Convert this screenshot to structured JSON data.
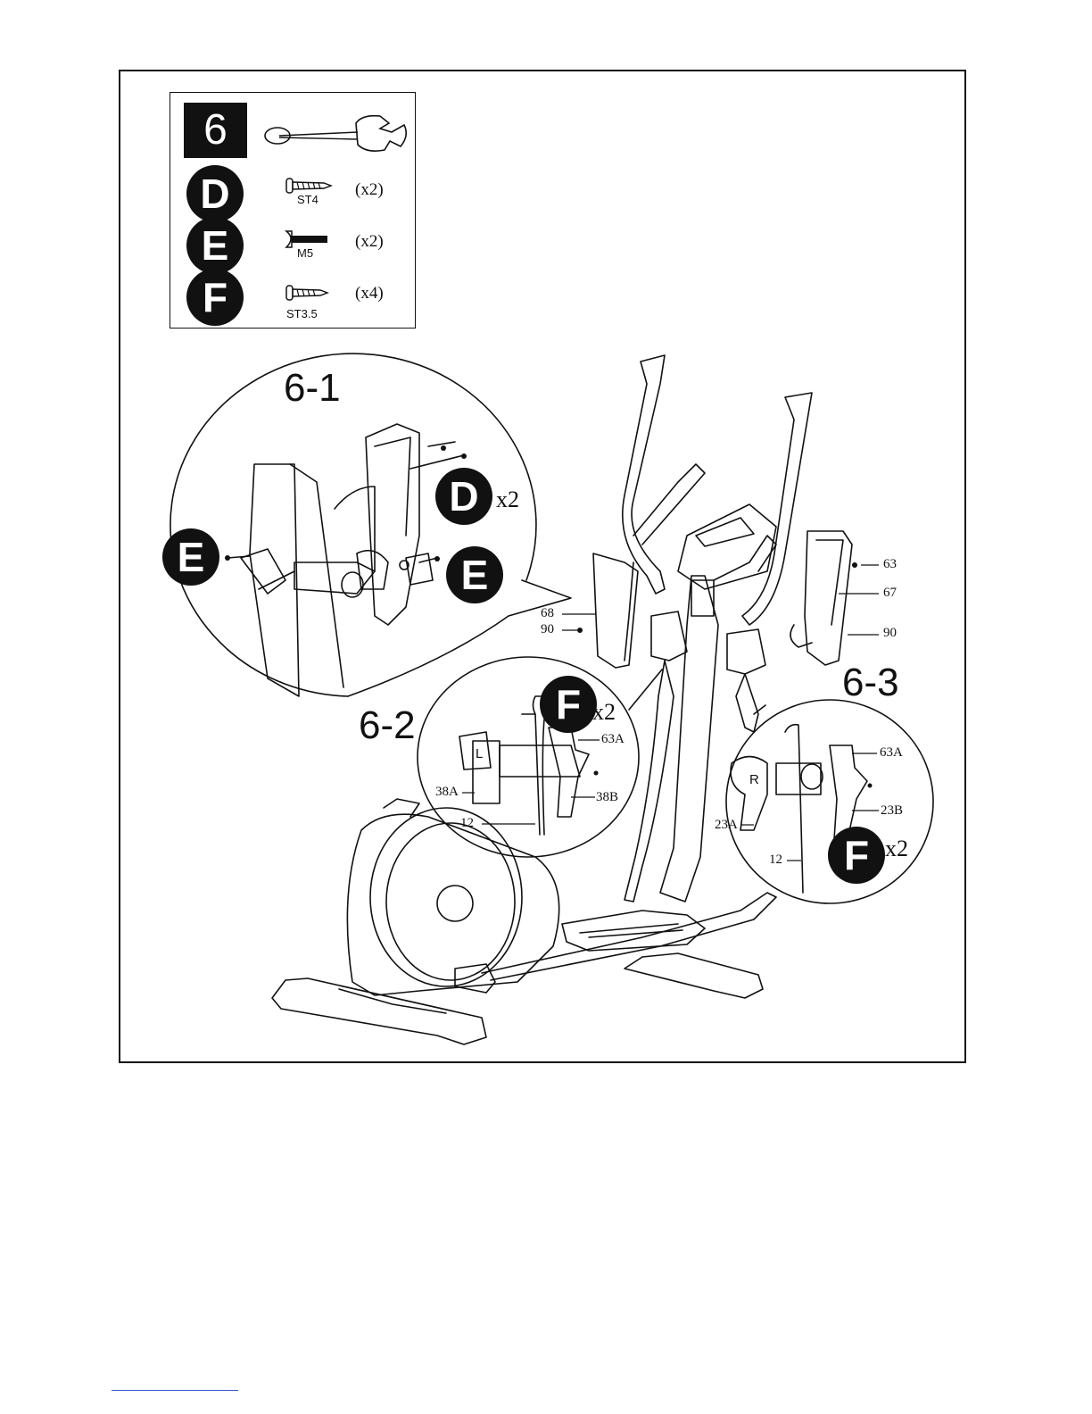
{
  "step": "6",
  "parts": [
    {
      "id": "D",
      "size": "ST4",
      "qty": "(x2)"
    },
    {
      "id": "E",
      "size": "M5",
      "qty": "(x2)"
    },
    {
      "id": "F",
      "size": "ST3.5",
      "qty": "(x4)"
    }
  ],
  "details": {
    "d1": {
      "label": "6-1",
      "badge": "D",
      "count": "x2",
      "badge_e_left": "E",
      "badge_e_right": "E"
    },
    "d2": {
      "label": "6-2",
      "badge": "F",
      "count": "x2",
      "p63a": "63A",
      "p38a": "38A",
      "p38b": "38B",
      "p12": "12",
      "mark": "L"
    },
    "d3": {
      "label": "6-3",
      "badge": "F",
      "count": "x2",
      "p63a": "63A",
      "p23a": "23A",
      "p23b": "23B",
      "p12": "12",
      "mark": "R"
    }
  },
  "main_labels": {
    "p68": "68",
    "p90_left": "90",
    "p63": "63",
    "p67": "67",
    "p90_right": "90"
  },
  "icons": [
    "wrench-icon",
    "screw-icon"
  ]
}
